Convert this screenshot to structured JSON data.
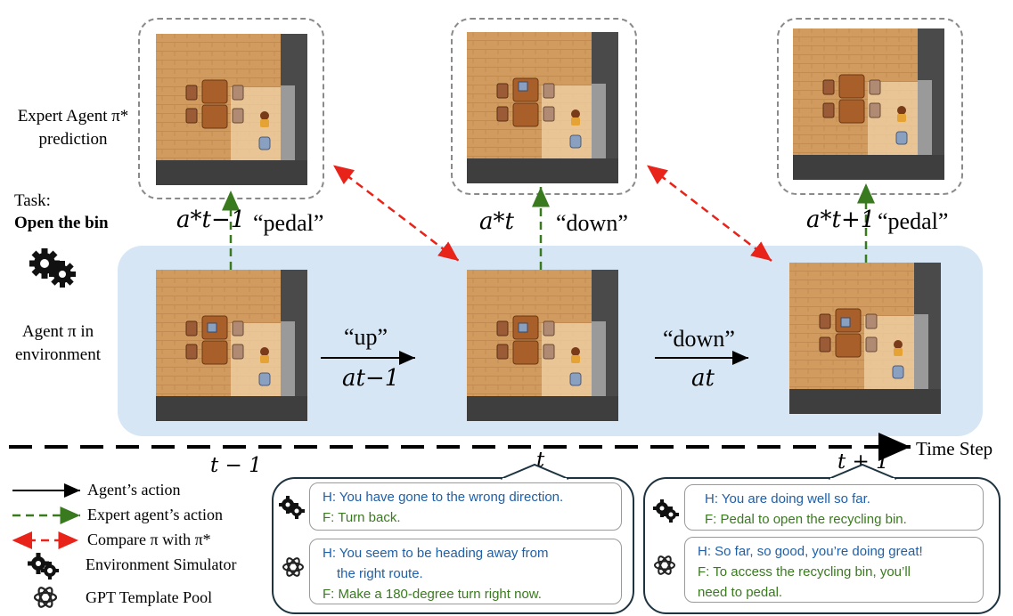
{
  "left_labels": {
    "expert_line1": "Expert Agent π*",
    "expert_line2": "prediction",
    "task_label": "Task:",
    "task_name": "Open the bin",
    "agent_line1": "Agent π in",
    "agent_line2": "environment"
  },
  "expert_actions": [
    {
      "symbol": "a*t−1",
      "word": "“pedal”"
    },
    {
      "symbol": "a*t",
      "word": "“down”"
    },
    {
      "symbol": "a*t+1",
      "word": "“pedal”"
    }
  ],
  "agent_actions": [
    {
      "word": "“up”",
      "symbol": "at−1"
    },
    {
      "word": "“down”",
      "symbol": "at"
    }
  ],
  "timeline": {
    "label": "Time Step",
    "ticks": [
      "t − 1",
      "t",
      "t + 1"
    ]
  },
  "legend": [
    {
      "icon": "solid-black-arrow",
      "label": "Agent’s action"
    },
    {
      "icon": "dashed-green-arrow",
      "label": "Expert agent’s action"
    },
    {
      "icon": "dashed-red-double-arrow",
      "label": "Compare π with π*"
    },
    {
      "icon": "gear-icon",
      "label": "Environment Simulator"
    },
    {
      "icon": "gpt-logo-icon",
      "label": "GPT Template Pool"
    }
  ],
  "feedback_t": {
    "simulator": {
      "h": "H: You have gone to the wrong direction.",
      "f": "F: Turn back."
    },
    "gpt": {
      "h1": "H: You seem to be heading away from",
      "h2": "the right route.",
      "f": "F: Make a 180-degree turn right now."
    }
  },
  "feedback_t1": {
    "simulator": {
      "h": "H: You are doing well so far.",
      "f": "F: Pedal to open the recycling bin."
    },
    "gpt": {
      "h": "H: So far, so good, you’re doing great!",
      "f1": "F: To access the recycling bin, you’ll",
      "f2": "need to pedal."
    }
  },
  "colors": {
    "agent_action": "#000000",
    "expert_action": "#3a7a1f",
    "compare": "#e8231a",
    "env_band": "#d6e6f5",
    "human_text": "#1f5fa8",
    "feedback_text": "#3a7a1f"
  }
}
